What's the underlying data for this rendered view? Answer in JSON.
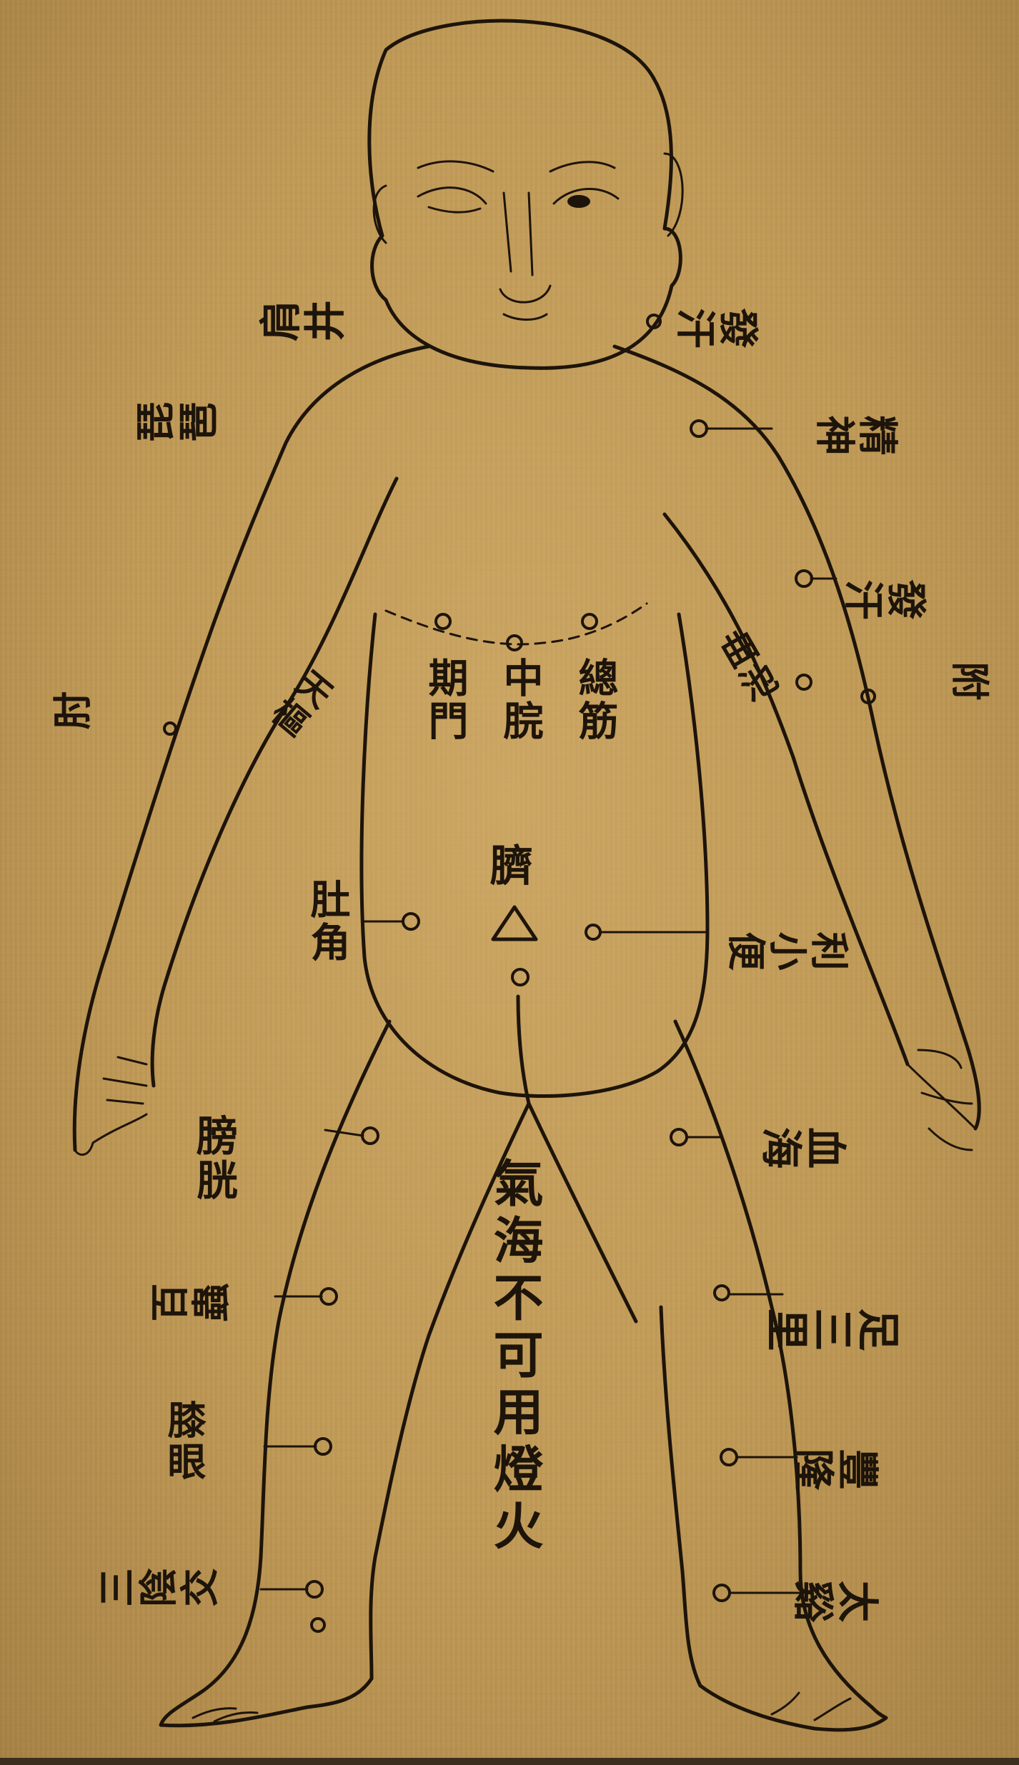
{
  "diagram": {
    "labels": {
      "shoulder_well": "肩井",
      "pipa": "琵琶",
      "elbow": "肘",
      "chest_upper": "總筋",
      "chest_mid": "中脘",
      "chest_low": "期門",
      "navel": "臍",
      "navel_mark": "△",
      "qihai_text": "氣海不可用燈火",
      "left_abdomen": "肚角",
      "bladder": "膀胱",
      "baichong": "百蟲",
      "left_knee": "膝眼",
      "sanyinjiao": "三陰交",
      "neck_right": "發汗",
      "shoulder_right": "精神",
      "upper_arm_right": "發汗",
      "elbow_right": "附",
      "arm_inner": "曲池",
      "right_abdomen": "天樞",
      "right_hip": "利小便",
      "right_thigh": "血海",
      "right_knee": "足三里",
      "right_shin": "豐隆",
      "right_ankle_mark": "太谿"
    }
  }
}
